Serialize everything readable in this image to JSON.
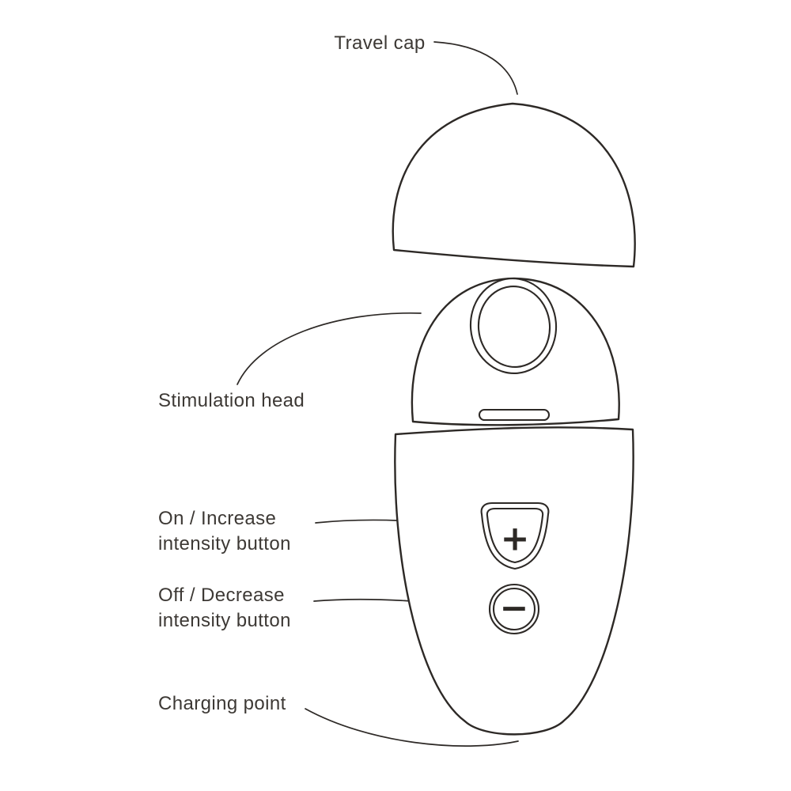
{
  "diagram": {
    "subject": "device-parts-diagram",
    "labels": {
      "travel_cap": "Travel cap",
      "stimulation_head": "Stimulation head",
      "on_increase": {
        "line1": "On / Increase",
        "line2": "intensity button"
      },
      "off_decrease": {
        "line1": "Off / Decrease",
        "line2": "intensity button"
      },
      "charging_point": "Charging point"
    },
    "symbols": {
      "plus": "+",
      "minus": "−"
    },
    "colors": {
      "line": "#2d2926",
      "text": "#3d3935",
      "background": "#ffffff"
    }
  }
}
